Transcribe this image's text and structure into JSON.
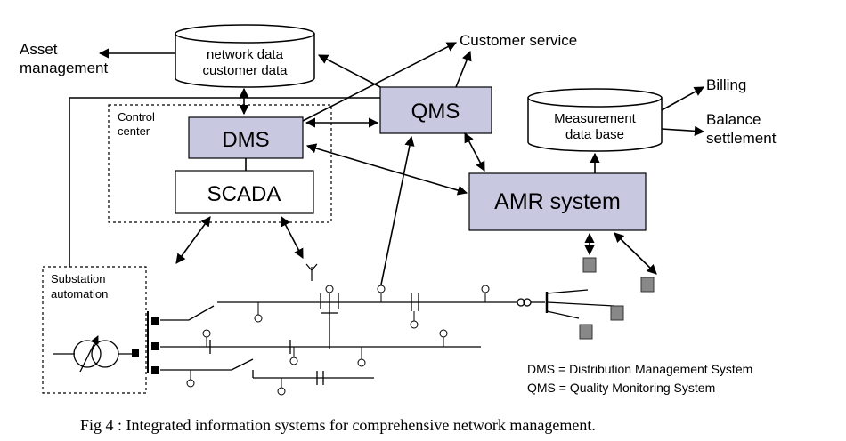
{
  "labels": {
    "asset_line1": "Asset",
    "asset_line2": "management",
    "db_line1": "network data",
    "db_line2": "customer data",
    "customer_service": "Customer service",
    "billing": "Billing",
    "balance_line1": "Balance",
    "balance_line2": "settlement",
    "control_line1": "Control",
    "control_line2": "center",
    "dms": "DMS",
    "scada": "SCADA",
    "qms": "QMS",
    "meas_line1": "Measurement",
    "meas_line2": "data base",
    "amr": "AMR system",
    "substation_line1": "Substation",
    "substation_line2": "automation",
    "legend_dms": "DMS = Distribution Management System",
    "legend_qms": "QMS = Quality Monitoring System"
  },
  "caption": "Fig 4 : Integrated information systems for comprehensive network management.",
  "colors": {
    "box_fill": "#c8c8e0",
    "line": "#000000"
  }
}
